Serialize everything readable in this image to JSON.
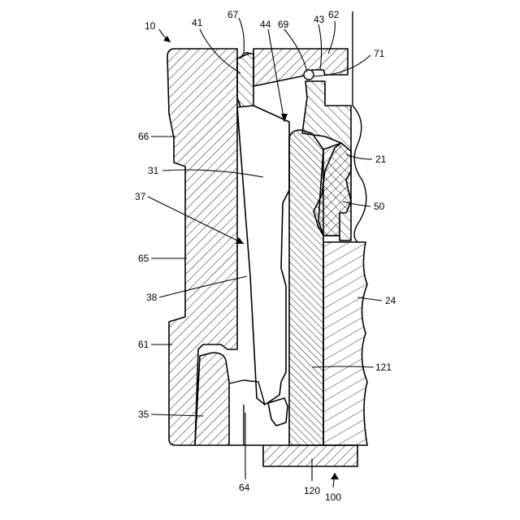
{
  "figure": {
    "labels": {
      "l10": "10",
      "l41": "41",
      "l67": "67",
      "l44": "44",
      "l69": "69",
      "l43": "43",
      "l62": "62",
      "l71": "71",
      "l66": "66",
      "l21": "21",
      "l31": "31",
      "l37": "37",
      "l50": "50",
      "l65": "65",
      "l24": "24",
      "l38": "38",
      "l61": "61",
      "l121": "121",
      "l35": "35",
      "l64": "64",
      "l120": "120",
      "l100": "100"
    }
  }
}
